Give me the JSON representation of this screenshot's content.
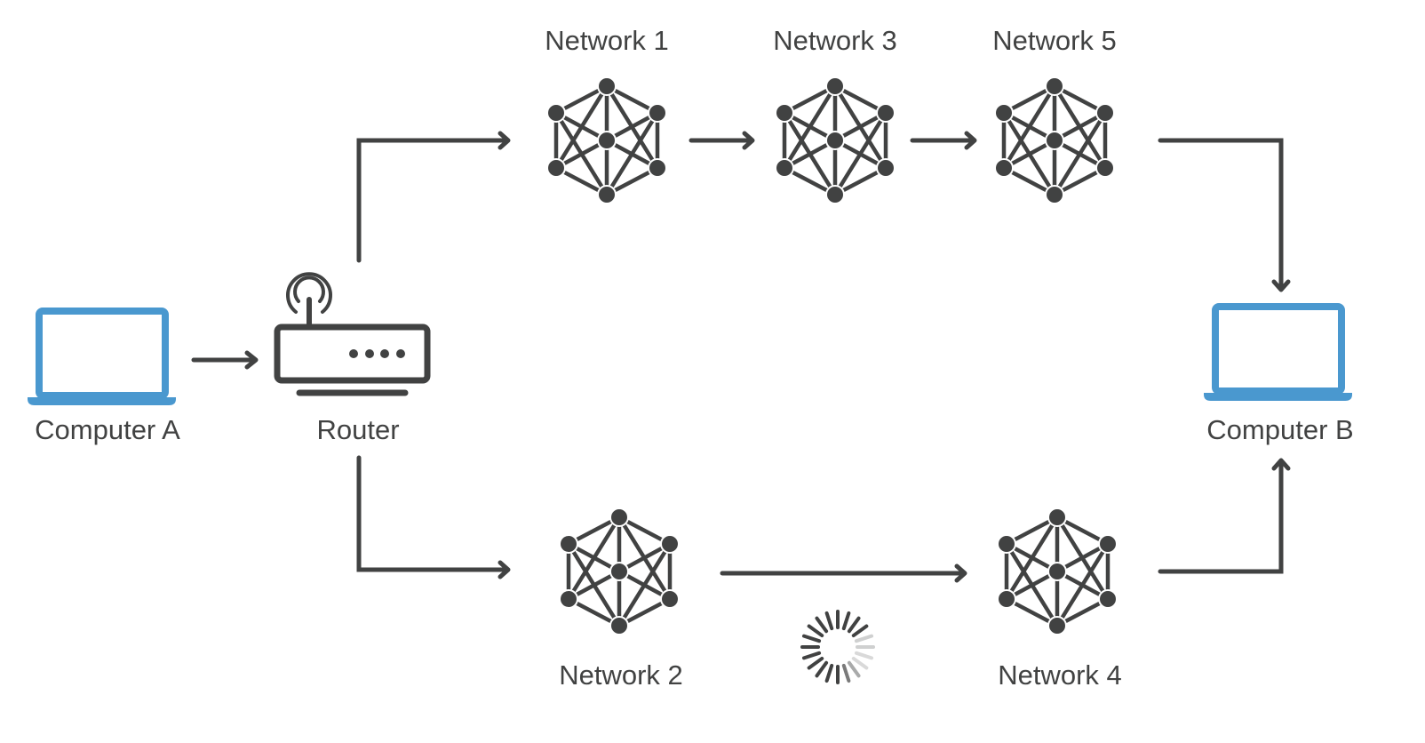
{
  "title": "Network routing diagram",
  "colors": {
    "ink": "#414242",
    "computer": "#4a98cf",
    "background": "#ffffff"
  },
  "nodes": {
    "computer_a": {
      "label": "Computer A",
      "icon": "laptop-icon"
    },
    "router": {
      "label": "Router",
      "icon": "router-icon"
    },
    "network_1": {
      "label": "Network 1",
      "icon": "network-mesh-icon"
    },
    "network_3": {
      "label": "Network 3",
      "icon": "network-mesh-icon"
    },
    "network_5": {
      "label": "Network 5",
      "icon": "network-mesh-icon"
    },
    "network_2": {
      "label": "Network 2",
      "icon": "network-mesh-icon"
    },
    "network_4": {
      "label": "Network 4",
      "icon": "network-mesh-icon"
    },
    "computer_b": {
      "label": "Computer B",
      "icon": "laptop-icon"
    }
  },
  "connections": [
    {
      "from": "Computer A",
      "to": "Router"
    },
    {
      "from": "Router",
      "to": "Network 1"
    },
    {
      "from": "Network 1",
      "to": "Network 3"
    },
    {
      "from": "Network 3",
      "to": "Network 5"
    },
    {
      "from": "Network 5",
      "to": "Computer B"
    },
    {
      "from": "Router",
      "to": "Network 2"
    },
    {
      "from": "Network 2",
      "to": "Network 4",
      "status": "loading"
    },
    {
      "from": "Network 4",
      "to": "Computer B"
    }
  ],
  "loading_indicator": {
    "icon": "loading-spinner-icon"
  }
}
